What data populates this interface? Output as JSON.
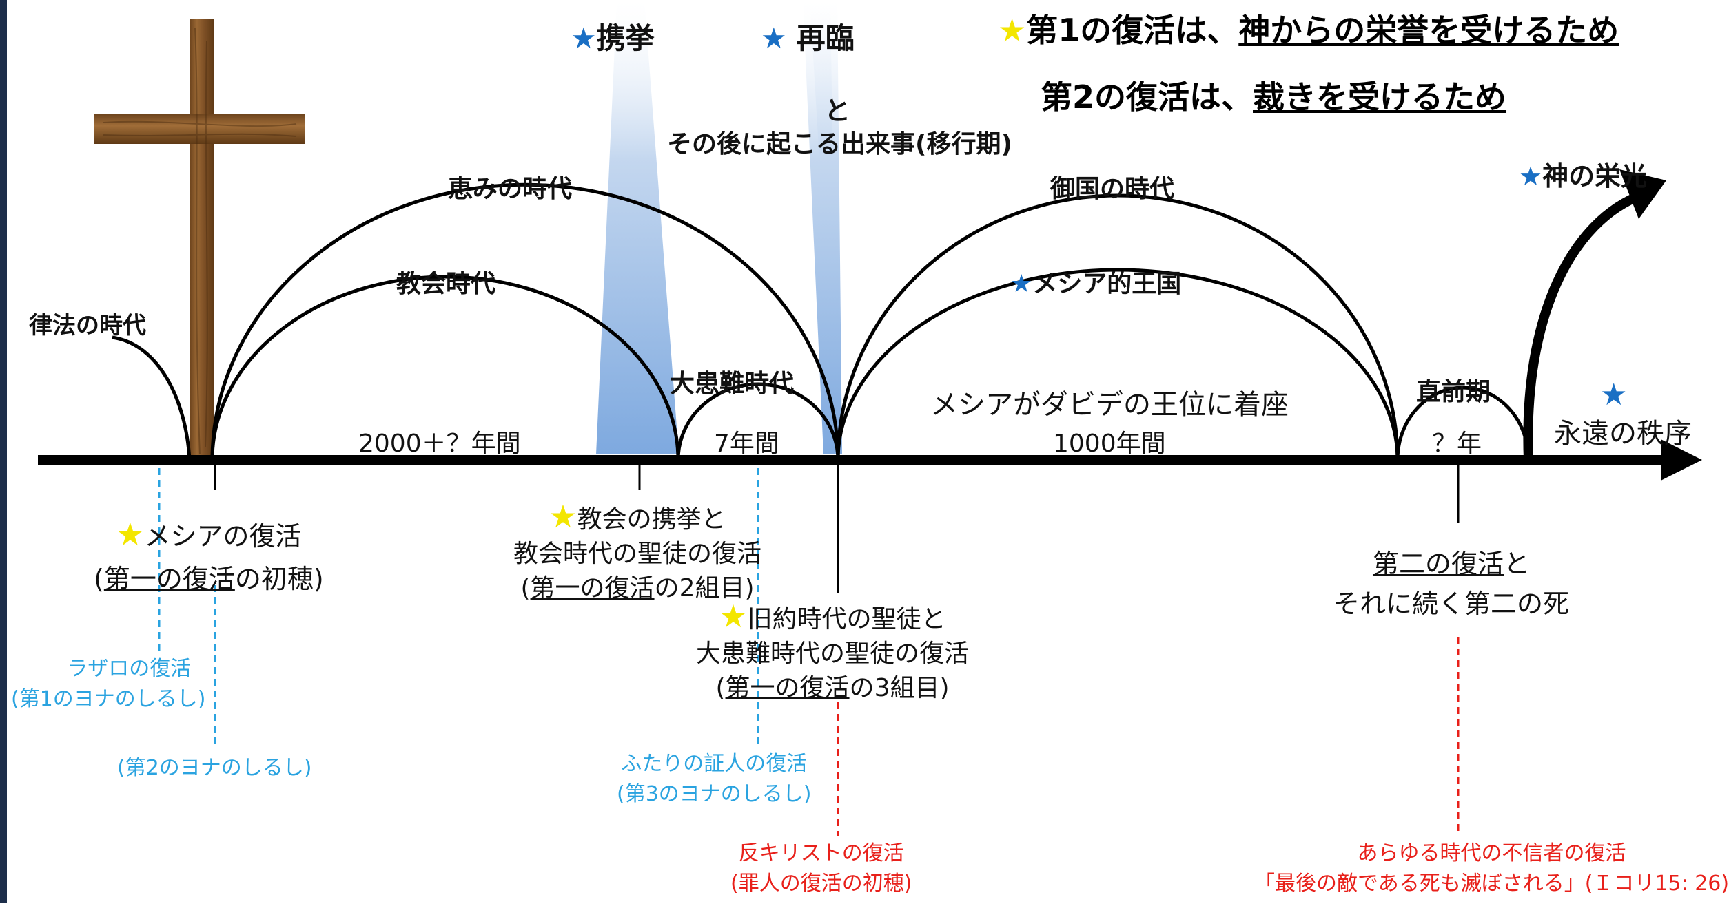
{
  "header": {
    "line1_prefix": "第1の復活は、",
    "line1_underlined": "神からの栄誉を受けるため",
    "line2_prefix": "第2の復活は、",
    "line2_underlined": "裁きを受けるため"
  },
  "top_events": {
    "rapture": "携挙",
    "return": "再臨",
    "and": "と",
    "transition": "その後に起こる出来事(移行期)"
  },
  "eras": {
    "law": "律法の時代",
    "grace": "恵みの時代",
    "church": "教会時代",
    "tribulation": "大患難時代",
    "kingdom": "御国の時代",
    "messianic_kingdom": "メシア的王国",
    "glory": "神の栄光",
    "eternal": "永遠の秩序",
    "pre_period": "直前期",
    "messiah_throne": "メシアがダビデの王位に着座"
  },
  "durations": {
    "church_years": "2000＋？年間",
    "tribulation_years": "7年間",
    "millennium_years": "1000年間",
    "unknown_years": "？年"
  },
  "resurrections": {
    "messiah_line1": "メシアの復活",
    "messiah_line2_pre": "(",
    "messiah_line2_u": "第一の復活",
    "messiah_line2_post": "の初穂)",
    "church_line1": "教会の携挙と",
    "church_line2": "教会時代の聖徒の復活",
    "church_line3_pre": "(",
    "church_line3_u": "第一の復活",
    "church_line3_post": "の2組目)",
    "ot_line1": "旧約時代の聖徒と",
    "ot_line2": "大患難時代の聖徒の復活",
    "ot_line3_pre": "(",
    "ot_line3_u": "第一の復活",
    "ot_line3_post": "の3組目)",
    "second_line1_u": "第二の復活",
    "second_line1_post": "と",
    "second_line2": "それに続く第二の死"
  },
  "signs": {
    "lazarus_line1": "ラザロの復活",
    "lazarus_line2": "(第1のヨナのしるし)",
    "jonah2": "(第2のヨナのしるし)",
    "witnesses_line1": "ふたりの証人の復活",
    "witnesses_line2": "(第3のヨナのしるし)"
  },
  "red_notes": {
    "antichrist_line1": "反キリストの復活",
    "antichrist_line2": "(罪人の復活の初穂)",
    "unbelievers_line1": "あらゆる時代の不信者の復活",
    "unbelievers_line2": "「最後の敵である死も滅ぼされる」(Ｉコリ15: 26)"
  },
  "colors": {
    "blue_star": "#1a6fc4",
    "yellow_star": "#f3e600",
    "sign_text": "#2aa3e0",
    "red_text": "#e8201a",
    "beam": "#8fb4e3",
    "cross_wood": "#8b5a2b"
  },
  "icons": {
    "star_blue": "blue-star-icon",
    "star_yellow": "yellow-star-icon",
    "cross": "cross-icon"
  }
}
